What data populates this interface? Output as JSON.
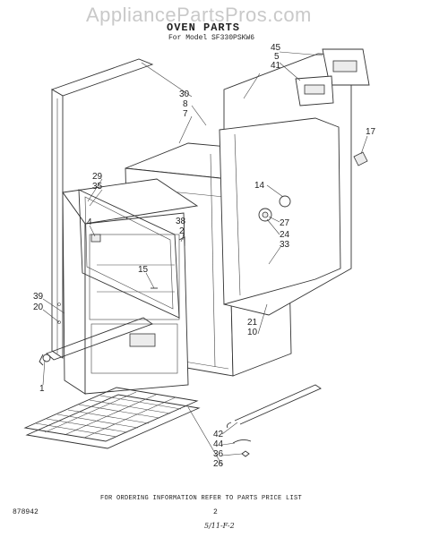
{
  "watermark": "AppliancePartsPros.com",
  "title": "OVEN PARTS",
  "subtitle": "For Model SF330PSKW6",
  "callouts": {
    "c45": "45",
    "c5": "5",
    "c41": "41",
    "c30": "30",
    "c8": "8",
    "c7": "7",
    "c17": "17",
    "c14": "14",
    "c27": "27",
    "c24": "24",
    "c33": "33",
    "c29": "29",
    "c35": "35",
    "c4": "4",
    "c38": "38",
    "c2": "2",
    "c15": "15",
    "c39": "39",
    "c20": "20",
    "c1": "1",
    "c21": "21",
    "c10": "10",
    "c42": "42",
    "c44": "44",
    "c36": "36",
    "c26": "26"
  },
  "footer": "FOR ORDERING INFORMATION REFER TO PARTS PRICE LIST",
  "doc_number": "878942",
  "page_number": "2",
  "handwritten_note": "5/11-F-2"
}
